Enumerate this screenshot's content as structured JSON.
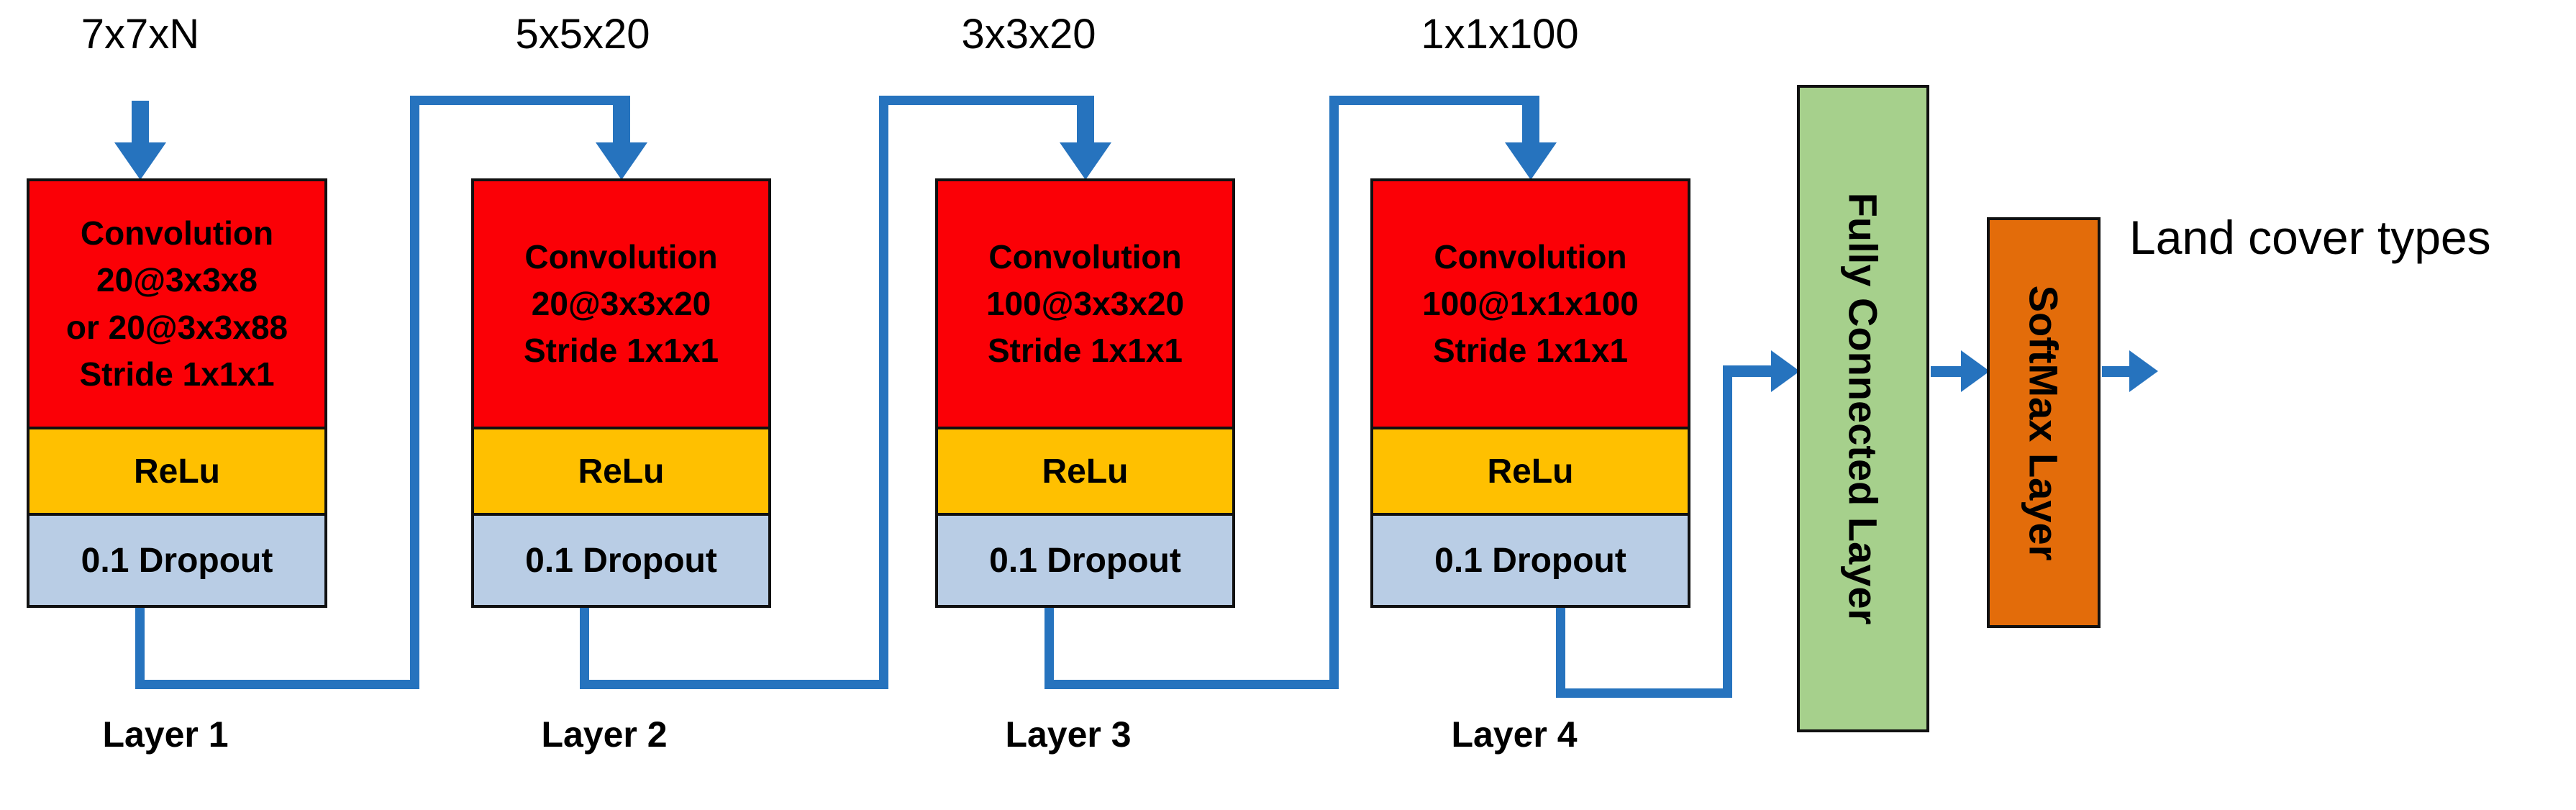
{
  "colors": {
    "conv": "#fb0006",
    "relu": "#ffc000",
    "dropout": "#b9cde5",
    "fully_connected": "#a6d08c",
    "softmax": "#e36c0a",
    "arrow": "#2673be"
  },
  "blocks": [
    {
      "input_label": "7x7xN",
      "conv_text": "Convolution\n20@3x3x8\nor 20@3x3x88\nStride 1x1x1",
      "relu_label": "ReLu",
      "dropout_label": "0.1 Dropout",
      "layer_label": "Layer 1"
    },
    {
      "input_label": "5x5x20",
      "conv_text": "Convolution\n20@3x3x20\nStride 1x1x1",
      "relu_label": "ReLu",
      "dropout_label": "0.1 Dropout",
      "layer_label": "Layer 2"
    },
    {
      "input_label": "3x3x20",
      "conv_text": "Convolution\n100@3x3x20\nStride 1x1x1",
      "relu_label": "ReLu",
      "dropout_label": "0.1 Dropout",
      "layer_label": "Layer 3"
    },
    {
      "input_label": "1x1x100",
      "conv_text": "Convolution\n100@1x1x100\nStride 1x1x1",
      "relu_label": "ReLu",
      "dropout_label": "0.1 Dropout",
      "layer_label": "Layer 4"
    }
  ],
  "fc_label": "Fully Connected Layer",
  "softmax_label": "SoftMax Layer",
  "output_label": "Land cover types"
}
